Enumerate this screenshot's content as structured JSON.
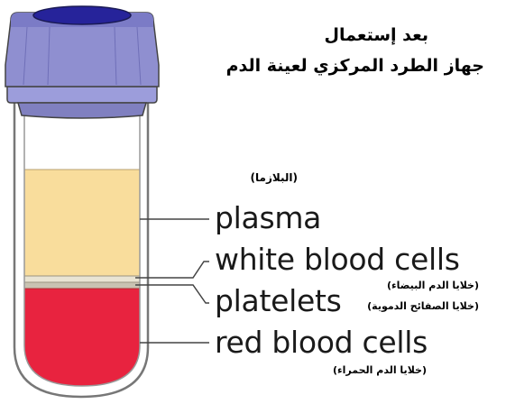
{
  "title": {
    "line1": "بعد إستعمال",
    "line2": "جهاز الطرد المركزي لعينة الدم"
  },
  "layers": [
    {
      "key": "plasma",
      "label_en": "plasma",
      "label_ar": "(البلازما)",
      "color": "#f9dd9c"
    },
    {
      "key": "white_blood_cells",
      "label_en": "white blood cells",
      "label_ar": "(خلايا الدم البيضاء)",
      "color": "#e9e4d3"
    },
    {
      "key": "platelets",
      "label_en": "platelets",
      "label_ar": "(خلايا الصفائح الدموية)",
      "color": "#c9c3b2"
    },
    {
      "key": "red_blood_cells",
      "label_en": "red blood cells",
      "label_ar": "(خلايا الدم الحمراء)",
      "color": "#e8233f"
    }
  ],
  "tube": {
    "cap_color": "#8f8fd0",
    "cap_dark_color": "#26239a",
    "wall_color": "#777777"
  }
}
